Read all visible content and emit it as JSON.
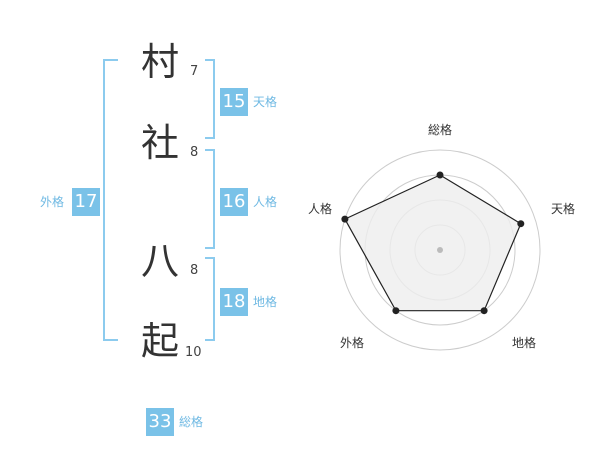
{
  "characters": [
    {
      "char": "村",
      "strokes": "7"
    },
    {
      "char": "社",
      "strokes": "8"
    },
    {
      "char": "八",
      "strokes": "8"
    },
    {
      "char": "起",
      "strokes": "10"
    }
  ],
  "fortunes": {
    "tenkaku": {
      "label": "天格",
      "value": "15"
    },
    "jinkaku": {
      "label": "人格",
      "value": "16"
    },
    "chikaku": {
      "label": "地格",
      "value": "18"
    },
    "gaikaku": {
      "label": "外格",
      "value": "17"
    },
    "soukaku": {
      "label": "総格",
      "value": "33"
    }
  },
  "radar": {
    "axes": [
      "総格",
      "天格",
      "地格",
      "外格",
      "人格"
    ],
    "values": [
      0.75,
      0.85,
      0.75,
      0.75,
      1.0
    ],
    "max": 1,
    "rings": 4
  },
  "colors": {
    "accent": "#7ac2e8",
    "bracket": "#8ccbee",
    "radar_fill": "#eeeeee",
    "radar_stroke": "#222222",
    "ring": "#cccccc"
  }
}
